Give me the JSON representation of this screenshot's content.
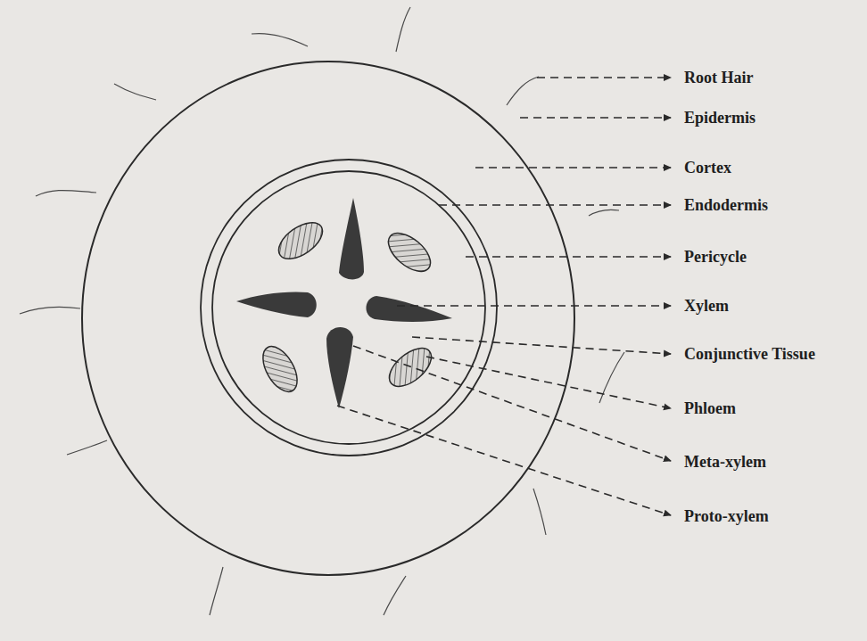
{
  "diagram": {
    "labels": [
      "Root Hair",
      "Epidermis",
      "Cortex",
      "Endodermis",
      "Pericycle",
      "Xylem",
      "Conjunctive Tissue",
      "Phloem",
      "Meta-xylem",
      "Proto-xylem"
    ]
  }
}
